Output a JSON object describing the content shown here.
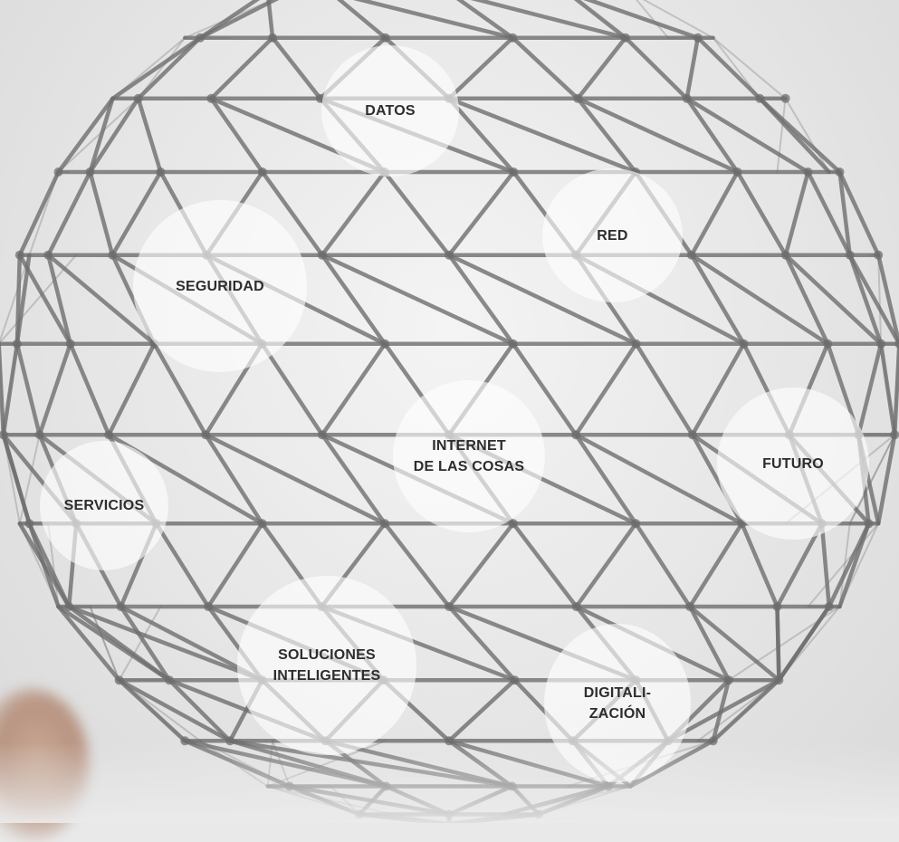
{
  "bubbles": {
    "datos": "DATOS",
    "red": "RED",
    "seguridad": "SEGURIDAD",
    "internet": "INTERNET\nDE LAS COSAS",
    "futuro": "FUTURO",
    "servicios": "SERVICIOS",
    "soluciones": "SOLUCIONES\nINTELIGENTES",
    "digitalizacion": "DIGITALI-\nZACIÓN"
  },
  "colors": {
    "background": "#e6e6e6",
    "mesh": "#6e6e6e",
    "bubble": "#ffffff",
    "label": "#2d2d2d"
  }
}
